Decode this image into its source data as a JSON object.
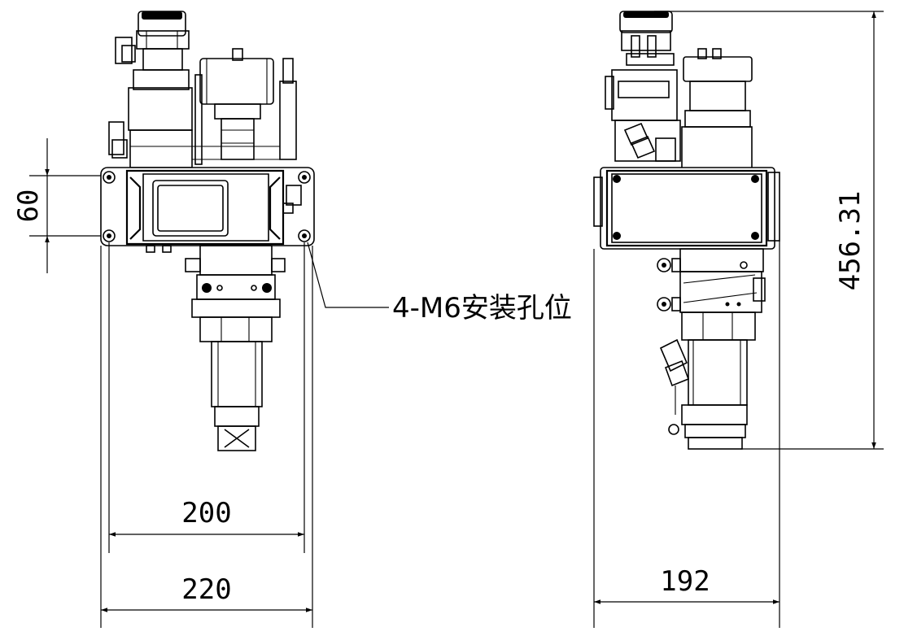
{
  "dimensions": {
    "front_height_hole_spacing": "60",
    "front_hole_width": "200",
    "front_overall_width": "220",
    "side_overall_width": "192",
    "side_overall_height": "456.31"
  },
  "annotation": {
    "mount_holes": "4-M6安装孔位"
  }
}
